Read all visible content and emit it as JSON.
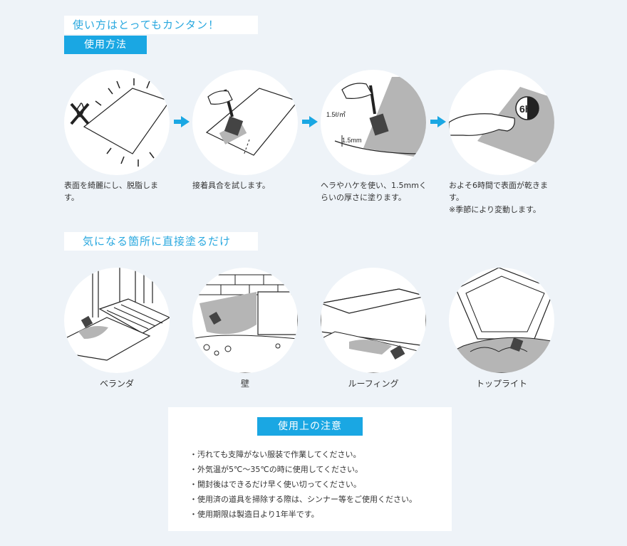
{
  "header": {
    "tagline": "使い方はとってもカンタン！",
    "section_title": "使用方法"
  },
  "steps": [
    {
      "text": "表面を綺麗にし、脱脂します。",
      "icon": "no-oil-icon"
    },
    {
      "text": "接着具合を試します。",
      "icon": "brush-test-icon"
    },
    {
      "text": "ヘラやハケを使い、1.5mmくらいの厚さに塗ります。",
      "icon": "brush-apply-icon",
      "label_amount": "1.5ℓ/㎡",
      "label_thickness": "1.5mm"
    },
    {
      "text": "およそ6時間で表面が乾きます。",
      "note": "※季節により変動します。",
      "icon": "clock-6h-icon",
      "label_time": "6h"
    }
  ],
  "places": {
    "title": "気になる箇所に直接塗るだけ",
    "items": [
      {
        "label": "ベランダ"
      },
      {
        "label": "壁"
      },
      {
        "label": "ルーフィング"
      },
      {
        "label": "トップライト"
      }
    ]
  },
  "notes": {
    "title": "使用上の注意",
    "items": [
      "・汚れても支障がない服装で作業してください。",
      "・外気温が5℃～35℃の時に使用してください。",
      "・開封後はできるだけ早く使い切ってください。",
      "・使用済の道具を掃除する際は、シンナー等をご使用ください。",
      "・使用期限は製造日より1年半です。"
    ]
  },
  "colors": {
    "accent": "#1aa7e3",
    "background": "#eef3f8",
    "gray_fill": "#b5b5b5"
  }
}
